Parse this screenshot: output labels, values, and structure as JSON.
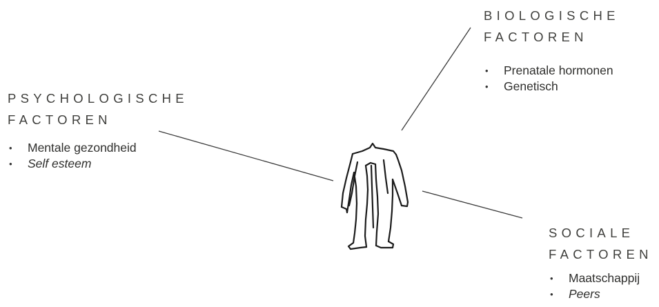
{
  "diagram": {
    "biological": {
      "heading_line1": "BIOLOGISCHE",
      "heading_line2": "FACTOREN",
      "items": [
        "Prenatale hormonen",
        "Genetisch"
      ]
    },
    "psychological": {
      "heading_line1": "PSYCHOLOGISCHE",
      "heading_line2": "FACTOREN",
      "items": [
        "Mentale gezondheid",
        "Self esteem"
      ]
    },
    "social": {
      "heading_line1": "SOCIALE",
      "heading_line2": "FACTOREN",
      "items": [
        "Maatschappij",
        "Peers"
      ]
    },
    "figure_icon": "person-sketch-icon",
    "colors": {
      "text": "#3f3f3c",
      "line": "#3a3a3a"
    }
  }
}
